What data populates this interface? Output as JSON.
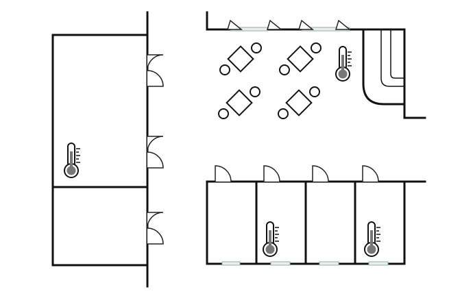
{
  "floorplan": {
    "stroke_color": "#111111",
    "background": "#ffffff",
    "thermometer_color": "#777777",
    "icons": [
      "thermometer-icon",
      "door-icon",
      "window-icon",
      "table-icon",
      "chair-icon"
    ],
    "rooms": [
      {
        "name": "left-upper-room",
        "has_thermometer": true
      },
      {
        "name": "left-lower-room",
        "has_thermometer": false
      },
      {
        "name": "open-dining-area",
        "has_thermometer": true
      },
      {
        "name": "bottom-room-1",
        "has_thermometer": false
      },
      {
        "name": "bottom-room-2",
        "has_thermometer": true
      },
      {
        "name": "bottom-room-3",
        "has_thermometer": false
      },
      {
        "name": "bottom-room-4",
        "has_thermometer": true
      }
    ],
    "table_sets": 4,
    "doors": 7
  }
}
